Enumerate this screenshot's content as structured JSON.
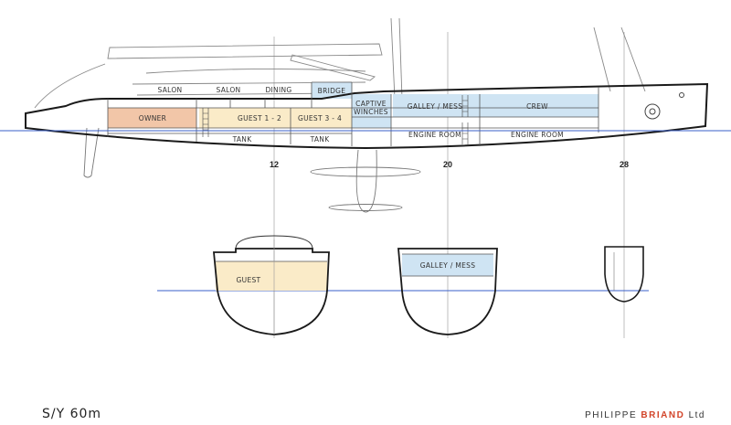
{
  "title": "S/Y 60m",
  "brand": {
    "part1": "PHILIPPE ",
    "part2": "BRIAND",
    "part3": " Ltd"
  },
  "colors": {
    "owner": "#f2c6a8",
    "guest": "#faebc8",
    "crew": "#cfe4f3",
    "waterline": "#3a5fc8",
    "brand_accent": "#d2452a"
  },
  "profile": {
    "upper_deck": [
      "SALON",
      "SALON",
      "DINING",
      "BRIDGE",
      "CAPTIVE\nWINCHES",
      "GALLEY / MESS",
      "CREW"
    ],
    "lower_deck": [
      "OWNER",
      "GUEST 1 - 2",
      "GUEST 3 - 4",
      "TANK",
      "TANK",
      "ENGINE ROOM",
      "ENGINE ROOM"
    ],
    "stations": [
      "12",
      "20",
      "28"
    ]
  },
  "sections": [
    {
      "label": "GUEST"
    },
    {
      "label": "GALLEY / MESS"
    }
  ]
}
